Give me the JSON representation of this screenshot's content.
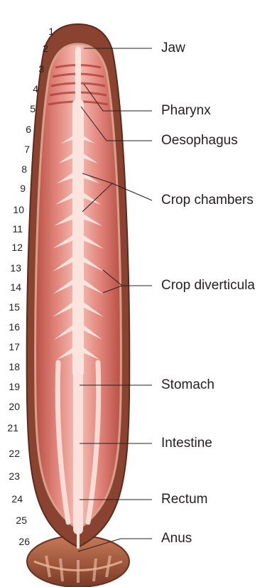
{
  "segments": [
    "1",
    "2",
    "3",
    "4",
    "5",
    "6",
    "7",
    "8",
    "9",
    "10",
    "11",
    "12",
    "13",
    "14",
    "15",
    "16",
    "17",
    "18",
    "19",
    "20",
    "21",
    "22",
    "23",
    "24",
    "25",
    "26"
  ],
  "labels": {
    "jaw": "Jaw",
    "pharynx": "Pharynx",
    "oesophagus": "Oesophagus",
    "crop_chambers": "Crop chambers",
    "crop_diverticula": "Crop diverticula",
    "stomach": "Stomach",
    "intestine": "Intestine",
    "rectum": "Rectum",
    "anus": "Anus"
  },
  "colors": {
    "body_outer": "#7a3a26",
    "body_inner": "#d97b74",
    "body_light": "#f4b8ae",
    "gut": "#fbe3de",
    "sucker": "#a85a3c",
    "line": "#231f20"
  }
}
